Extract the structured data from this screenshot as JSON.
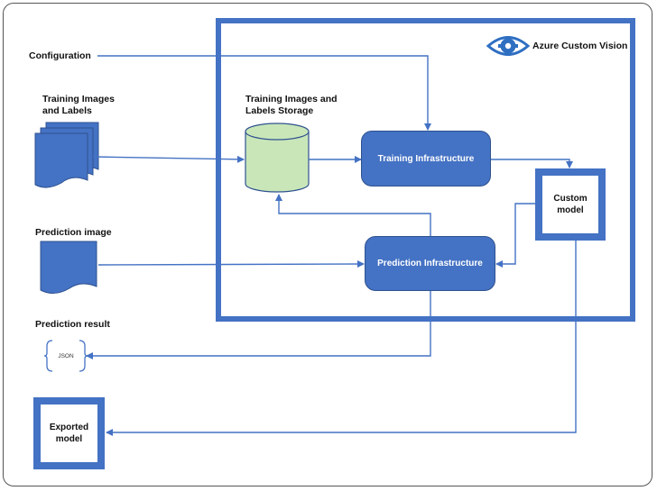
{
  "diagram": {
    "inputs": {
      "configuration": "Configuration",
      "training_images": "Training Images and Labels",
      "prediction_image": "Prediction image",
      "prediction_result": "Prediction result"
    },
    "service": {
      "name": "Azure Custom Vision",
      "icon": "eye-gear-icon"
    },
    "storage_label": "Training Images and Labels Storage",
    "training_infrastructure": "Training Infrastructure",
    "prediction_infrastructure": "Prediction Infrastructure",
    "custom_model": "Custom model",
    "exported_model": "Exported model",
    "json_label": "JSON",
    "colors": {
      "primary": "#4472c4",
      "border": "#2f528f",
      "storage_fill": "#c9e6b9",
      "frame": "#555555"
    }
  }
}
